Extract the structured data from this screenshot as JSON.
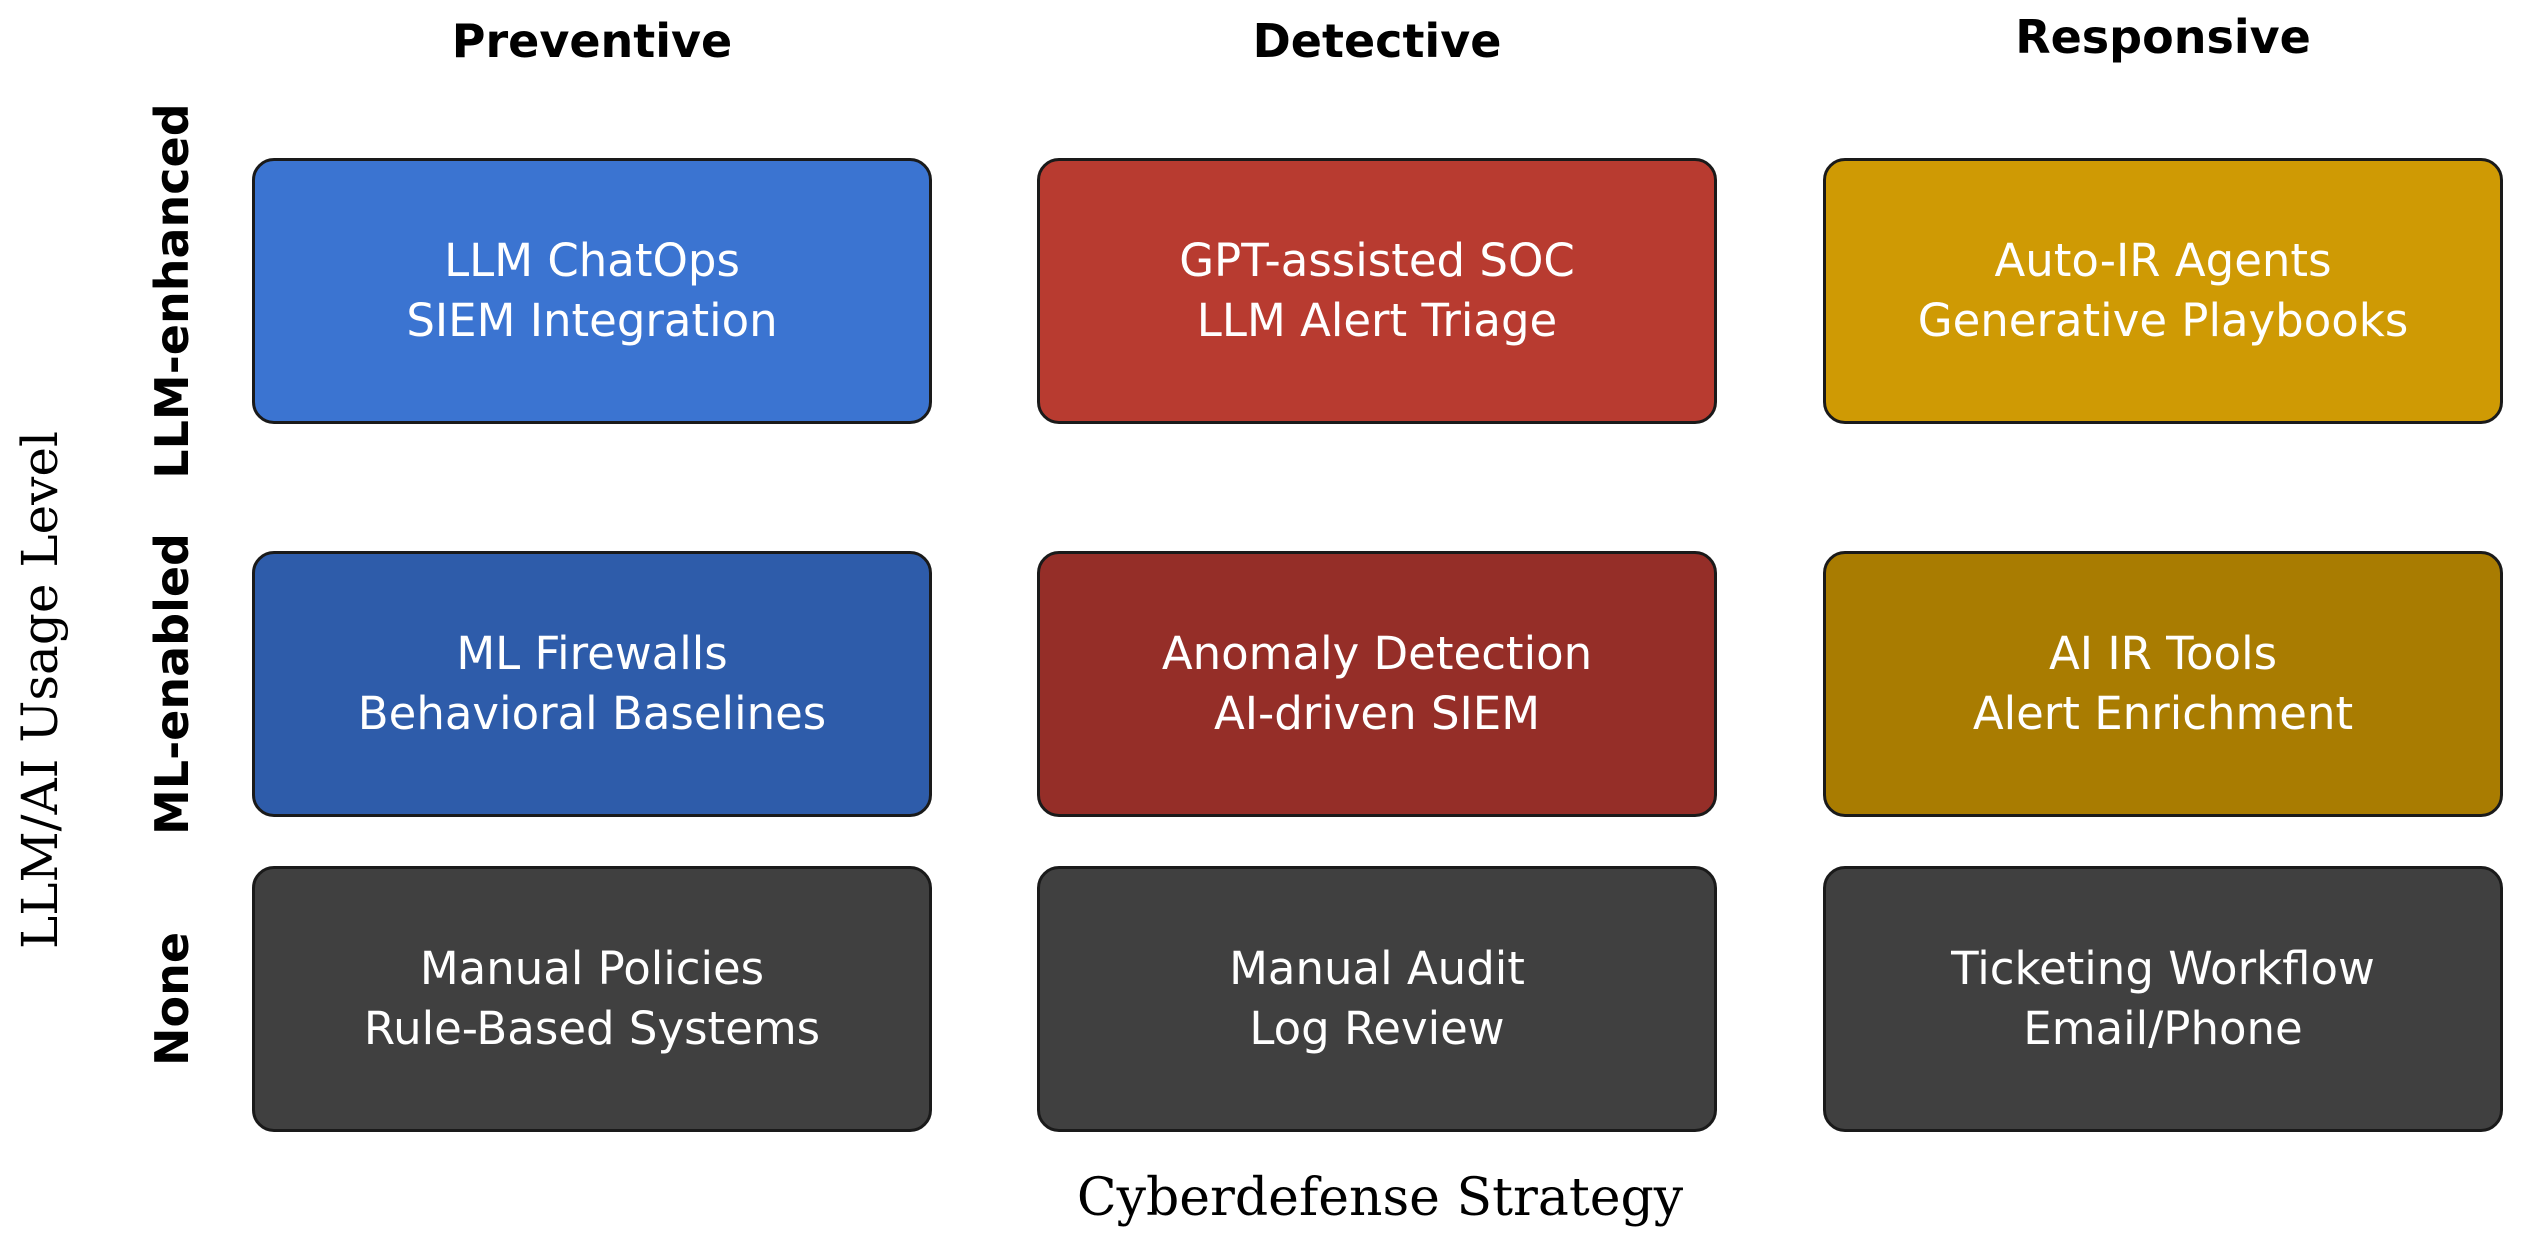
{
  "axis": {
    "y_title": "LLM/AI Usage Level",
    "x_title": "Cyberdefense Strategy"
  },
  "columns": [
    "Preventive",
    "Detective",
    "Responsive"
  ],
  "rows": [
    "LLM-enhanced",
    "ML-enabled",
    "None"
  ],
  "cells": [
    [
      {
        "line1": "LLM ChatOps",
        "line2": "SIEM Integration",
        "color": "#3b74d1"
      },
      {
        "line1": "GPT-assisted SOC",
        "line2": "LLM Alert Triage",
        "color": "#b83b30"
      },
      {
        "line1": "Auto-IR Agents",
        "line2": "Generative Playbooks",
        "color": "#cf9a04"
      }
    ],
    [
      {
        "line1": "ML Firewalls",
        "line2": "Behavioral Baselines",
        "color": "#2e5caa"
      },
      {
        "line1": "Anomaly Detection",
        "line2": "AI-driven SIEM",
        "color": "#952e28"
      },
      {
        "line1": "AI IR Tools",
        "line2": "Alert Enrichment",
        "color": "#a97c01"
      }
    ],
    [
      {
        "line1": "Manual Policies",
        "line2": "Rule-Based Systems",
        "color": "#404040"
      },
      {
        "line1": "Manual Audit",
        "line2": "Log Review",
        "color": "#404040"
      },
      {
        "line1": "Ticketing Workflow",
        "line2": "Email/Phone",
        "color": "#404040"
      }
    ]
  ]
}
